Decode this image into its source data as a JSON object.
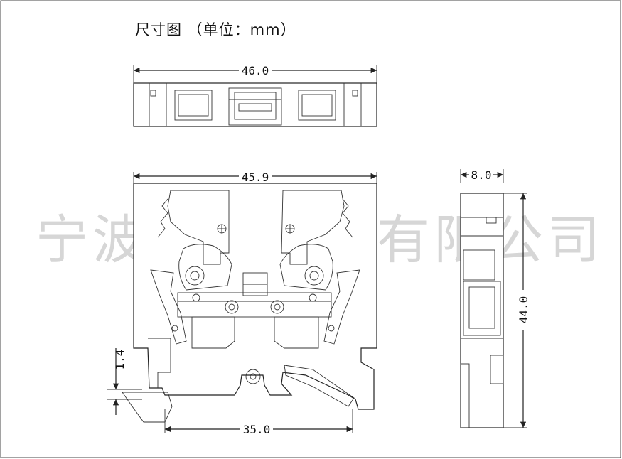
{
  "title": "尺寸图 （单位：mm）",
  "watermark": "宁波速普电子有限公司",
  "dimensions": {
    "top_width": "46.0",
    "front_width": "45.9",
    "side_width": "8.0",
    "side_height": "44.0",
    "bottom_width": "35.0",
    "left_small": "1.4"
  },
  "colors": {
    "line": "#222222",
    "watermark": "#d6d6d6"
  }
}
